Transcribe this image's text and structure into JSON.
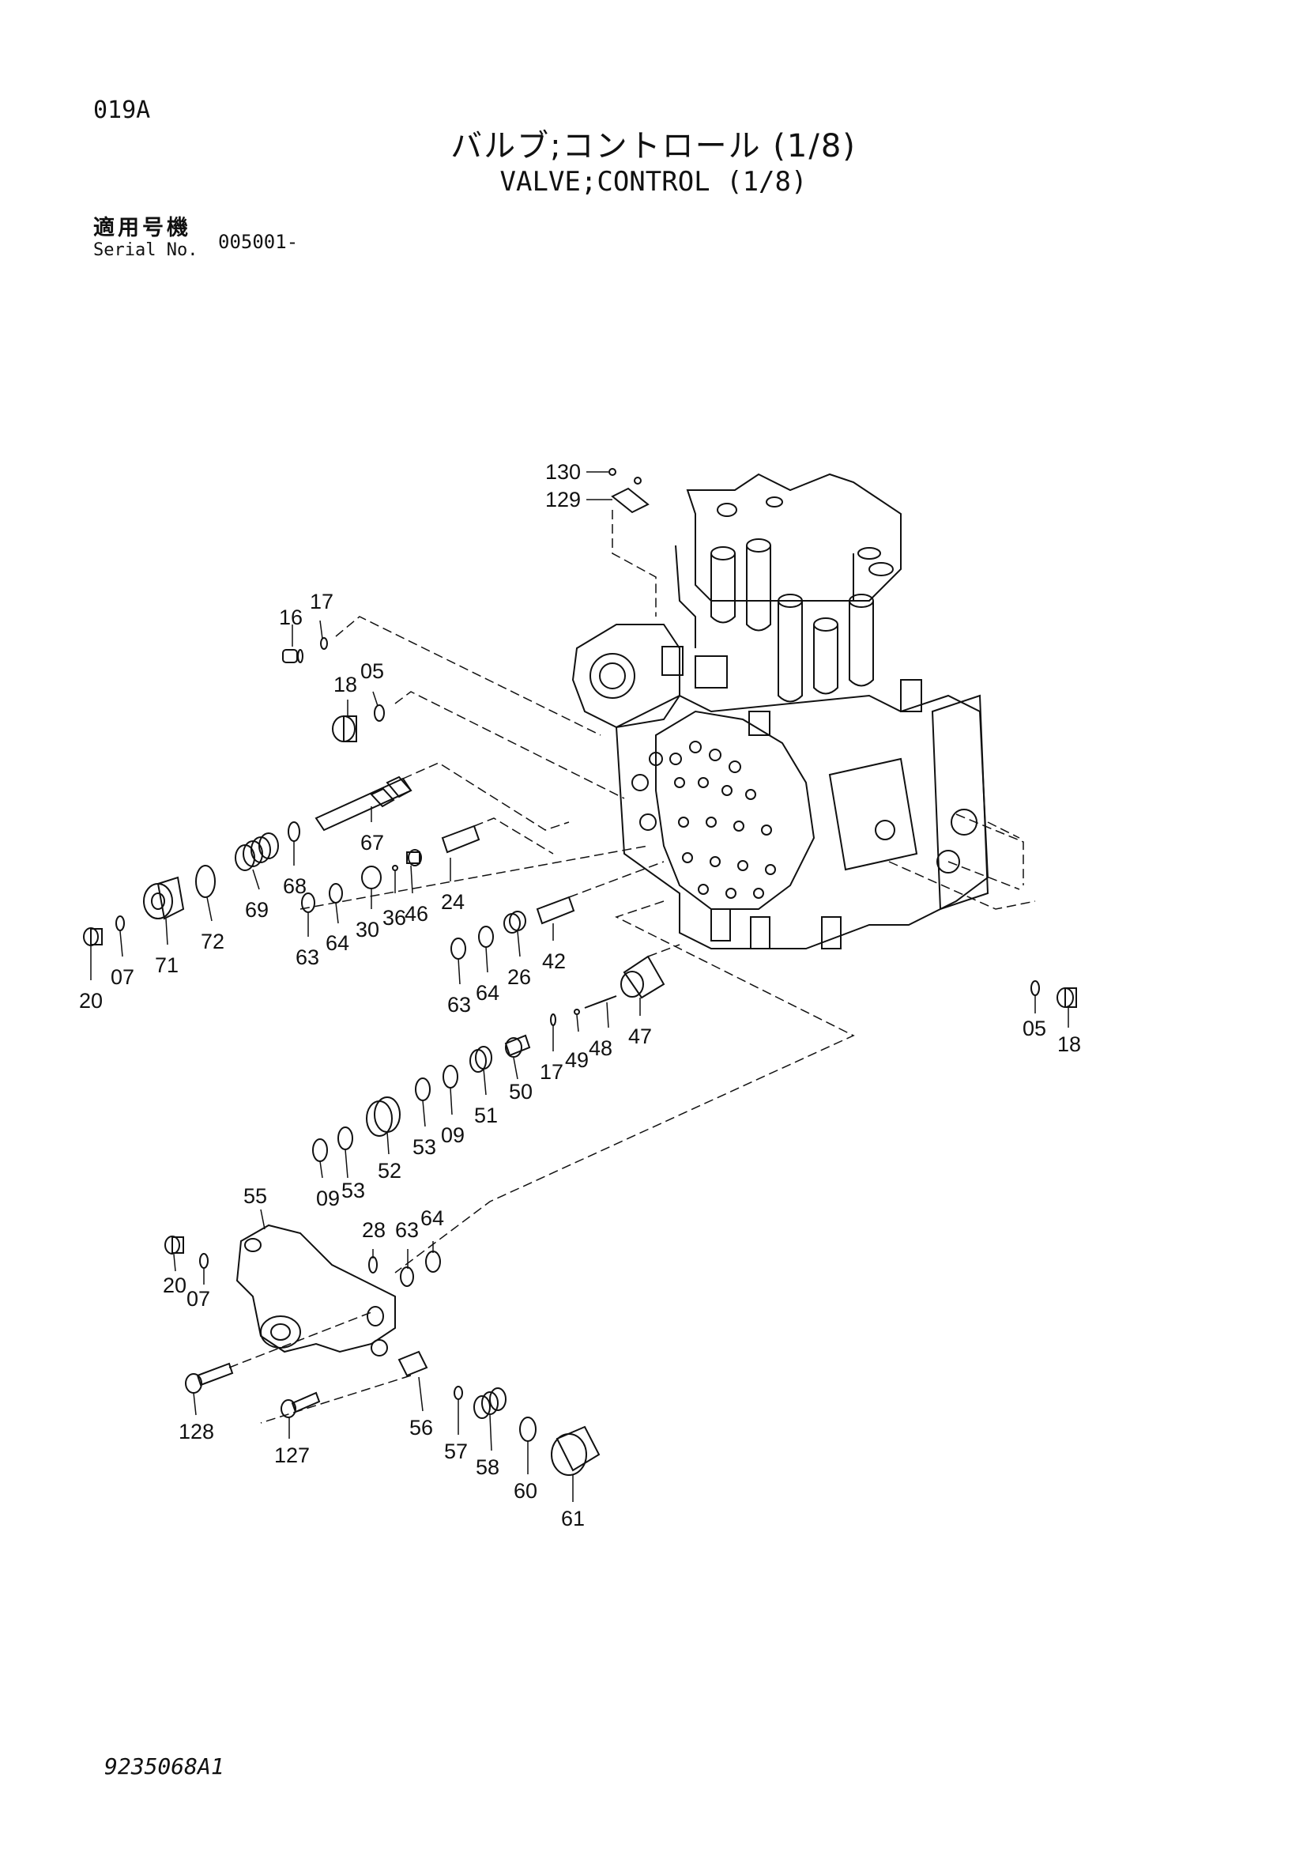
{
  "header": {
    "page_code": "019A",
    "title_jp": "バルブ;コントロール (1/8)",
    "title_en": "VALVE;CONTROL (1/8)",
    "serial_label_jp": "適用号機",
    "serial_label_en": "Serial No.",
    "serial_value": "005001-"
  },
  "callouts": [
    "130",
    "129",
    "16",
    "17",
    "18",
    "05",
    "67",
    "68",
    "69",
    "72",
    "71",
    "20",
    "07",
    "24",
    "46",
    "36",
    "30",
    "64",
    "63",
    "42",
    "26",
    "64",
    "63",
    "47",
    "48",
    "49",
    "17",
    "50",
    "51",
    "09",
    "53",
    "52",
    "09",
    "53",
    "55",
    "28",
    "63",
    "64",
    "20",
    "07",
    "128",
    "127",
    "56",
    "57",
    "58",
    "60",
    "61",
    "05",
    "18"
  ],
  "footer": {
    "drawing_no": "9235068A1"
  }
}
